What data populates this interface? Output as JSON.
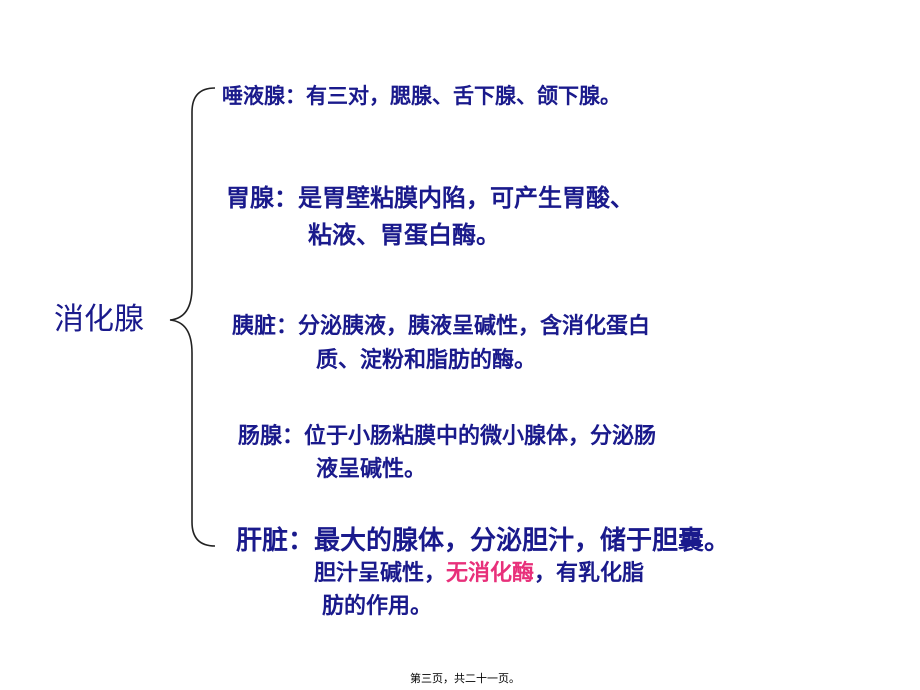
{
  "title": "消化腺",
  "items": [
    {
      "head": "唾液腺：",
      "lines": [
        "有三对，腮腺、舌下腺、颌下腺。"
      ]
    },
    {
      "head": "胃腺：",
      "lines": [
        "是胃壁粘膜内陷，可产生胃酸、",
        "粘液、胃蛋白酶。"
      ]
    },
    {
      "head": "胰脏：",
      "lines": [
        "分泌胰液，胰液呈碱性，含消化蛋白",
        "质、淀粉和脂肪的酶。"
      ]
    },
    {
      "head": "肠腺：",
      "lines": [
        "位于小肠粘膜中的微小腺体，分泌肠",
        "液呈碱性。"
      ]
    },
    {
      "head": "肝脏：",
      "lines": [
        "最大的腺体，分泌胆汁，储于胆囊。"
      ],
      "extra_a": "胆汁呈碱性，",
      "extra_highlight": "无消化酶",
      "extra_b": "，有乳化脂",
      "extra_c": "肪的作用。"
    }
  ],
  "footer": "第三页，共二十一页。",
  "colors": {
    "text": "#1a1a8c",
    "highlight": "#e8307a"
  }
}
